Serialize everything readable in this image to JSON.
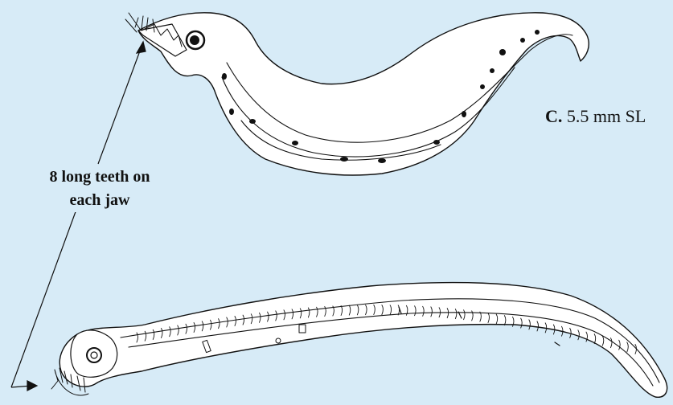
{
  "figure": {
    "background_color": "#d7ebf7",
    "line_color": "#111111",
    "spot_color": "#111111"
  },
  "labels": {
    "stage_letter": "C.",
    "stage_size": "5.5 mm SL",
    "teeth_line1": "8 long teeth on",
    "teeth_line2": "each jaw"
  }
}
